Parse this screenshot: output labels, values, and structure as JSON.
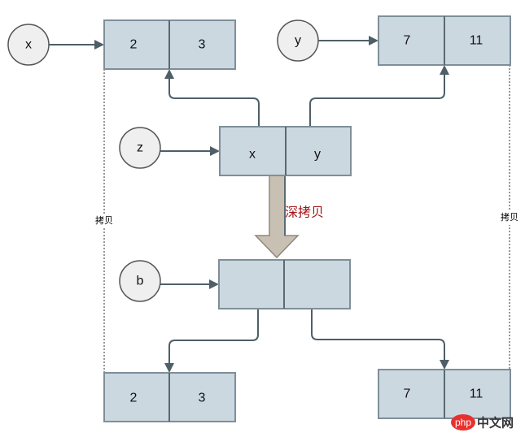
{
  "nodes": {
    "x": "x",
    "y": "y",
    "z": "z",
    "b": "b"
  },
  "boxes": {
    "top_left": [
      "2",
      "3"
    ],
    "top_right": [
      "7",
      "11"
    ],
    "z_box": [
      "x",
      "y"
    ],
    "b_box": [
      "",
      ""
    ],
    "bottom_left": [
      "2",
      "3"
    ],
    "bottom_right": [
      "7",
      "11"
    ]
  },
  "labels": {
    "deep_copy": "深拷贝",
    "copy_left": "拷贝",
    "copy_right": "拷贝"
  },
  "watermark": {
    "php": "php",
    "site": "中文网"
  },
  "colors": {
    "box_fill": "#ccd8e0",
    "deep_copy_arrow": "#c8c0b2",
    "deep_copy_text": "#a0151a",
    "watermark_red": "#e8312f"
  }
}
